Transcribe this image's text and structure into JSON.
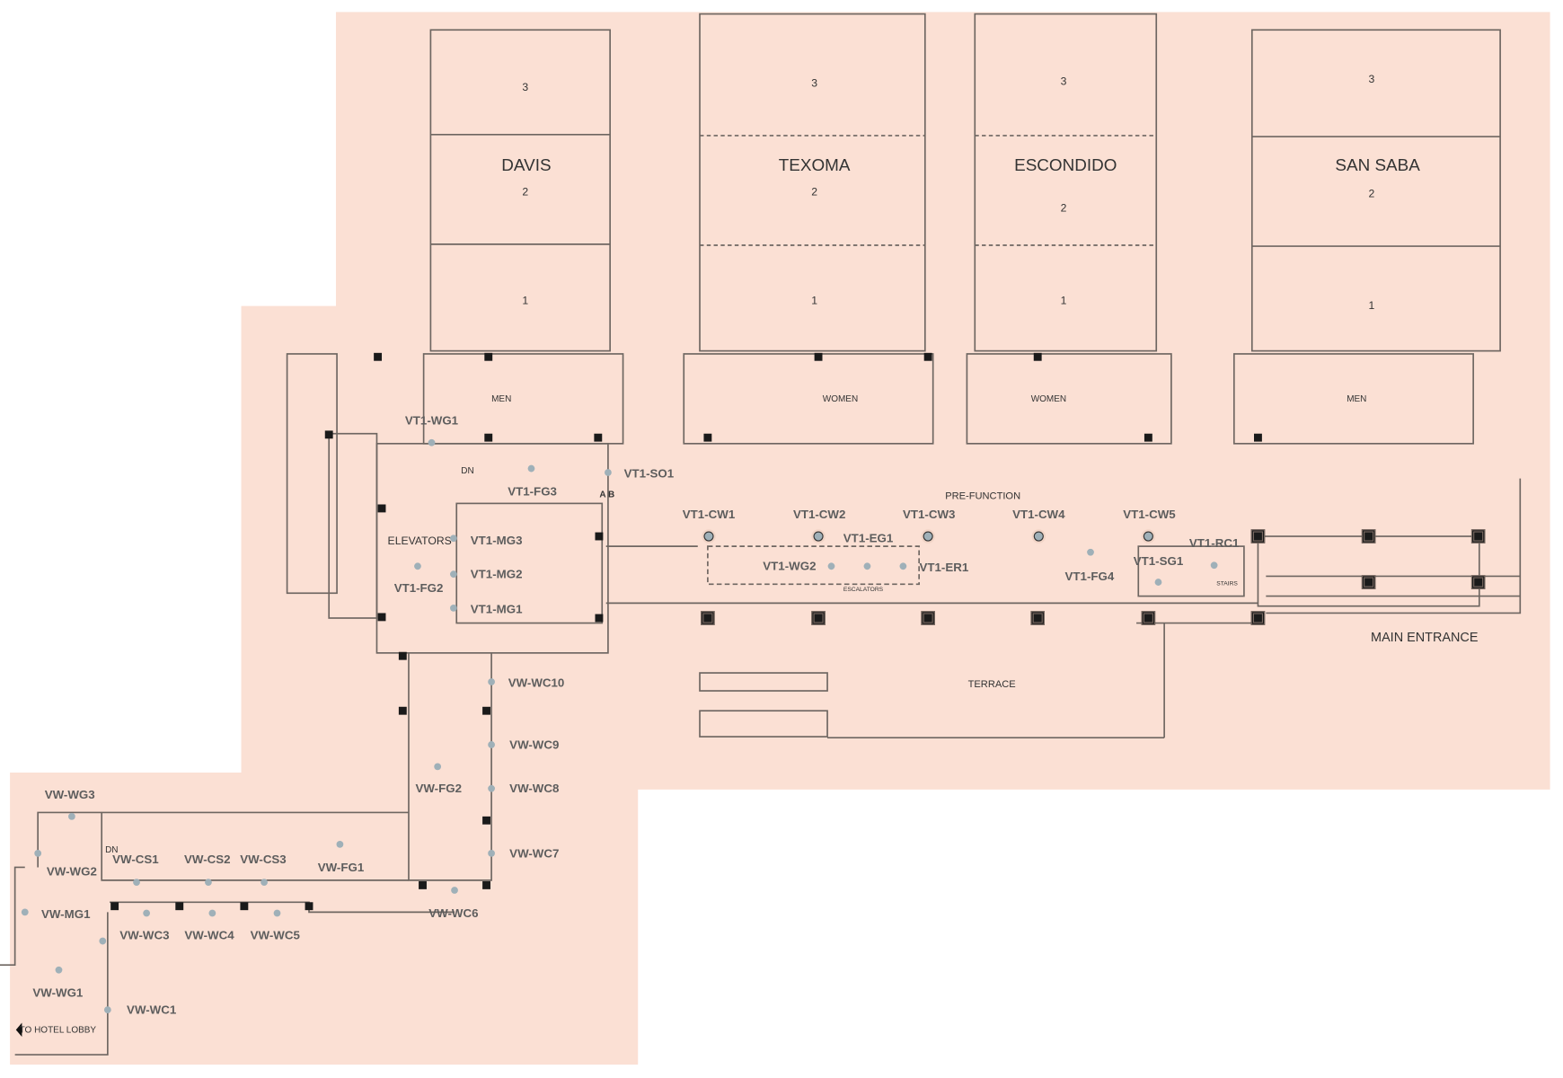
{
  "colors": {
    "floor": "#fbe0d4",
    "wall": "#6e6661",
    "marker": "#9fb0b8",
    "label": "#5d5d5d"
  },
  "rooms": [
    {
      "name": "DAVIS",
      "sections": [
        "3",
        "2",
        "1"
      ]
    },
    {
      "name": "TEXOMA",
      "sections": [
        "3",
        "2",
        "1"
      ]
    },
    {
      "name": "ESCONDIDO",
      "sections": [
        "3",
        "2",
        "1"
      ]
    },
    {
      "name": "SAN SABA",
      "sections": [
        "3",
        "2",
        "1"
      ]
    }
  ],
  "restrooms": [
    "MEN",
    "WOMEN",
    "WOMEN",
    "MEN"
  ],
  "areas": {
    "dn_1": "DN",
    "prefunction": "PRE-FUNCTION",
    "elevators": "ELEVATORS",
    "escalators": "ESCALATORS",
    "stairs": "STAIRS",
    "main_entrance": "MAIN ENTRANCE",
    "terrace": "TERRACE",
    "dn_2": "DN",
    "hotel_lobby": "TO HOTEL LOBBY",
    "ab": "A B"
  },
  "markers": {
    "vt1_wg1": "VT1-WG1",
    "vt1_fg3": "VT1-FG3",
    "vt1_so1": "VT1-SO1",
    "vt1_fg2": "VT1-FG2",
    "vt1_mg3": "VT1-MG3",
    "vt1_mg2": "VT1-MG2",
    "vt1_mg1": "VT1-MG1",
    "vt1_cw1": "VT1-CW1",
    "vt1_cw2": "VT1-CW2",
    "vt1_cw3": "VT1-CW3",
    "vt1_cw4": "VT1-CW4",
    "vt1_cw5": "VT1-CW5",
    "vt1_eg1": "VT1-EG1",
    "vt1_wg2": "VT1-WG2",
    "vt1_er1": "VT1-ER1",
    "vt1_fg4": "VT1-FG4",
    "vt1_sg1": "VT1-SG1",
    "vt1_rc1": "VT1-RC1",
    "vw_wc10": "VW-WC10",
    "vw_wc9": "VW-WC9",
    "vw_wc8": "VW-WC8",
    "vw_wc7": "VW-WC7",
    "vw_wc6": "VW-WC6",
    "vw_fg2": "VW-FG2",
    "vw_fg1": "VW-FG1",
    "vw_cs1": "VW-CS1",
    "vw_cs2": "VW-CS2",
    "vw_cs3": "VW-CS3",
    "vw_wc3": "VW-WC3",
    "vw_wc4": "VW-WC4",
    "vw_wc5": "VW-WC5",
    "vw_wg3": "VW-WG3",
    "vw_wg2": "VW-WG2",
    "vw_mg1": "VW-MG1",
    "vw_wg1": "VW-WG1",
    "vw_wc1": "VW-WC1"
  }
}
